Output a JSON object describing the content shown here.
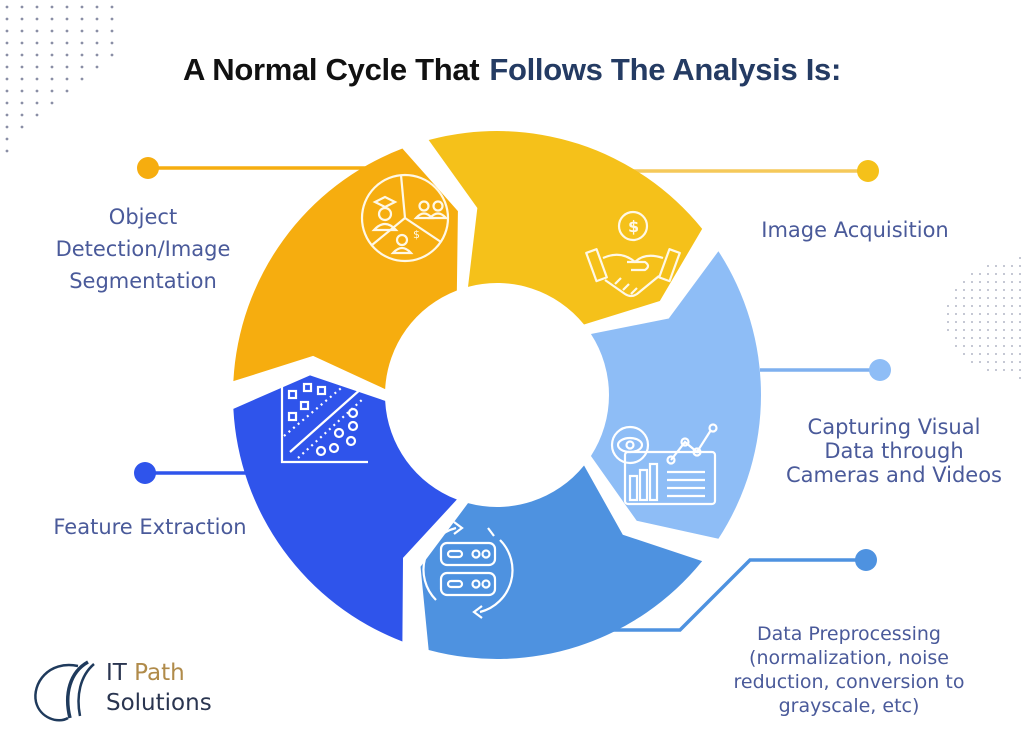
{
  "title": {
    "part1": "A Normal Cycle That",
    "part2": "Follows The Analysis Is:"
  },
  "colors": {
    "title_dark": "#111111",
    "title_navy": "#243b63",
    "label_text": "#4a5a9a",
    "center": "#ffffff"
  },
  "steps": [
    {
      "id": "object-detection",
      "label_lines": [
        "Object",
        "Detection/Image",
        "Segmentation"
      ],
      "color": "#f6ad0f",
      "icon": "pie-people-icon"
    },
    {
      "id": "image-acquisition",
      "label_lines": [
        "Image Acquisition"
      ],
      "color": "#f5c11a",
      "icon": "handshake-dollar-icon"
    },
    {
      "id": "capturing-visual-data",
      "label_lines": [
        "Capturing Visual",
        "Data through",
        "Cameras and Videos"
      ],
      "color": "#8ebdf6",
      "icon": "eye-analytics-icon"
    },
    {
      "id": "data-preprocessing",
      "label_lines": [
        "Data Preprocessing",
        "(normalization, noise",
        "reduction, conversion to",
        "grayscale, etc)"
      ],
      "color": "#4e92e0",
      "icon": "server-sync-icon"
    },
    {
      "id": "feature-extraction",
      "label_lines": [
        "Feature Extraction"
      ],
      "color": "#2f54eb",
      "icon": "scatter-classify-icon"
    }
  ],
  "logo": {
    "line1_a": "IT",
    "line1_b": "Path",
    "line2": "Solutions",
    "colors": {
      "navy": "#1f3a5c",
      "gold": "#b08b4a"
    }
  }
}
